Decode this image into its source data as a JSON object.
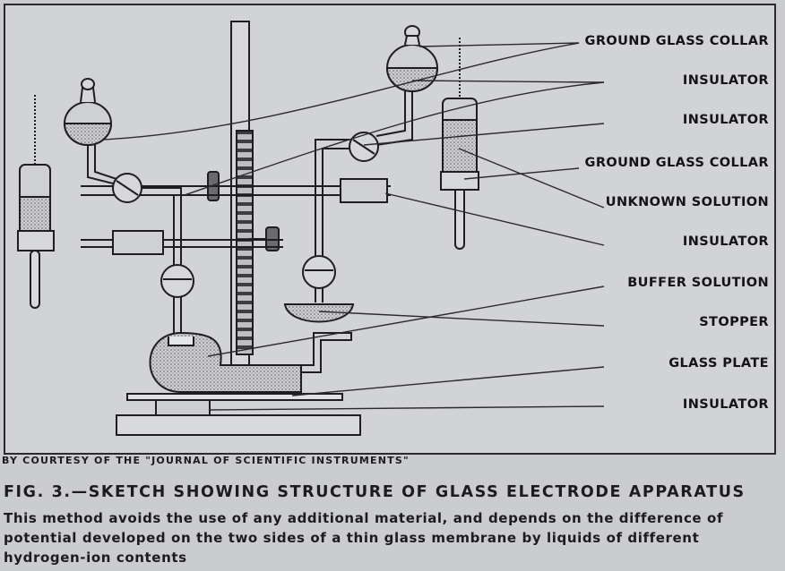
{
  "figure": {
    "labels": [
      "GROUND GLASS COLLAR",
      "INSULATOR",
      "INSULATOR",
      "GROUND GLASS COLLAR",
      "UNKNOWN SOLUTION",
      "INSULATOR",
      "BUFFER SOLUTION",
      "STOPPER",
      "GLASS PLATE",
      "INSULATOR"
    ]
  },
  "credit": "BY COURTESY OF THE \"JOURNAL OF SCIENTIFIC INSTRUMENTS\"",
  "caption": {
    "title": "FIG. 3.—SKETCH SHOWING STRUCTURE OF GLASS ELECTRODE APPARATUS",
    "body": "This method avoids the use of any additional material, and depends on the difference of potential developed on the two sides of a thin glass membrane by liquids of different hydrogen-ion contents"
  }
}
